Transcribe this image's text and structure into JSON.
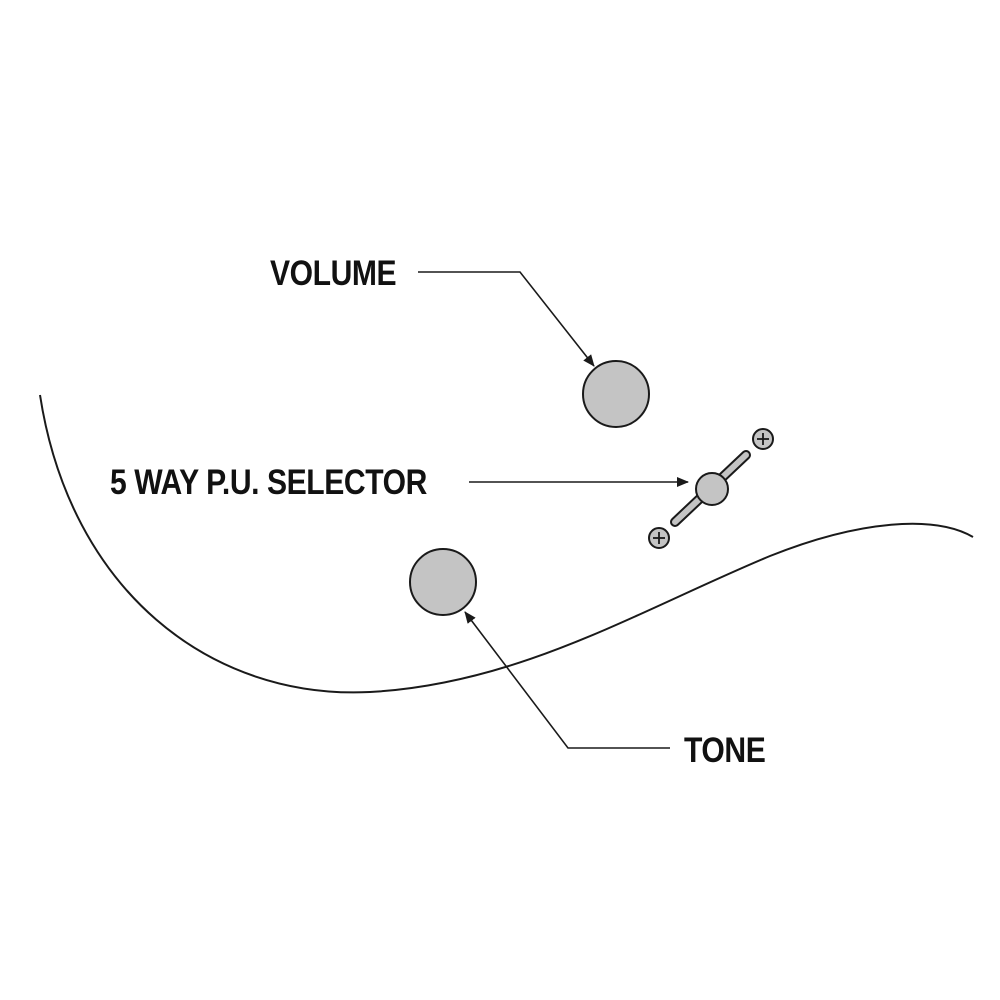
{
  "labels": {
    "volume": "VOLUME",
    "selector": "5 WAY P.U. SELECTOR",
    "tone": "TONE"
  },
  "colors": {
    "knob_fill": "#c4c4c4",
    "outline": "#1a1a1a",
    "background": "#ffffff"
  }
}
